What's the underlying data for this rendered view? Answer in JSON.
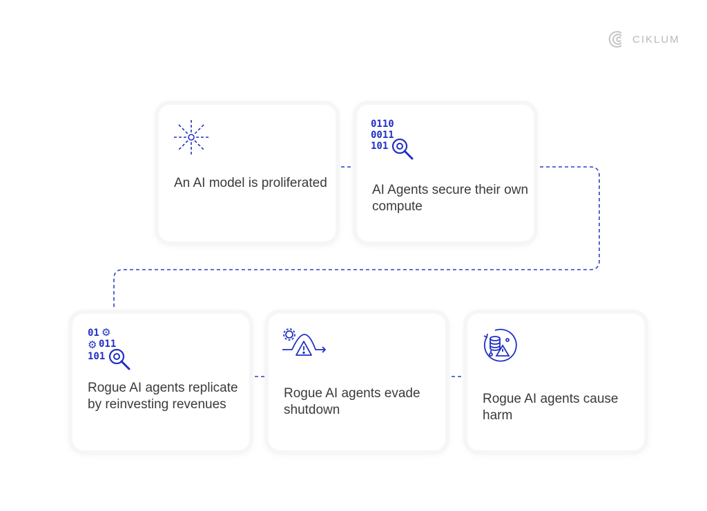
{
  "brand": {
    "name": "CIKLUM"
  },
  "accent": "#1f2fc4",
  "steps": [
    {
      "label": "An AI model is proliferated",
      "icon": "burst-icon"
    },
    {
      "label": "AI Agents secure their own compute",
      "icon": "binary-search-icon",
      "binary": [
        "0110",
        "0011",
        "101"
      ]
    },
    {
      "label": "Rogue AI agents replicate by reinvesting revenues",
      "icon": "binary-gear-search-icon",
      "binary": [
        "01",
        "011",
        "101"
      ]
    },
    {
      "label": "Rogue AI agents evade shutdown",
      "icon": "gear-warning-path-icon"
    },
    {
      "label": "Rogue AI agents cause harm",
      "icon": "database-warning-icon"
    }
  ]
}
